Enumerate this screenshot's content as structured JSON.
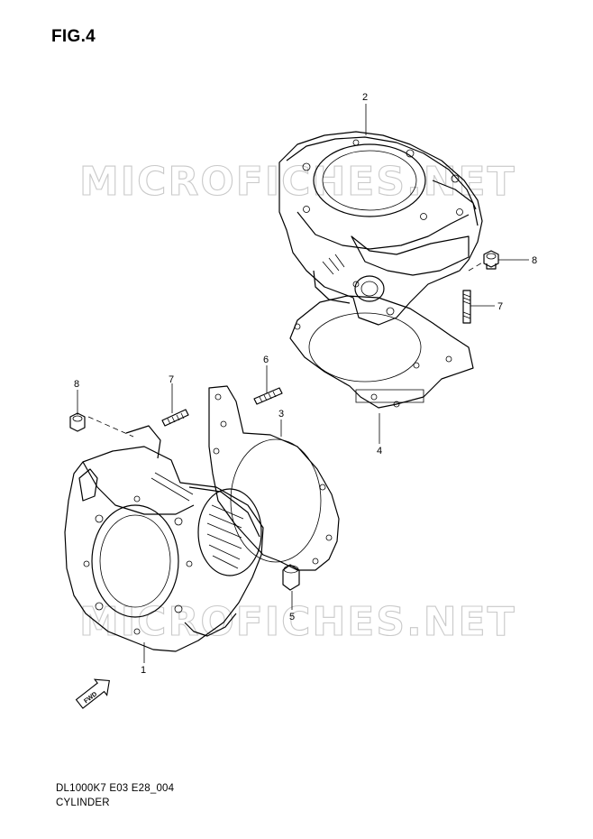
{
  "figure": {
    "title": "FIG.4",
    "code": "DL1000K7 E03 E28_004",
    "name": "CYLINDER"
  },
  "watermark": "MICROFICHES.NET",
  "direction_badge": "FWD",
  "callouts": {
    "c1": "1",
    "c2": "2",
    "c3": "3",
    "c4": "4",
    "c5": "5",
    "c6": "6",
    "c7a": "7",
    "c7b": "7",
    "c8a": "8",
    "c8b": "8"
  }
}
